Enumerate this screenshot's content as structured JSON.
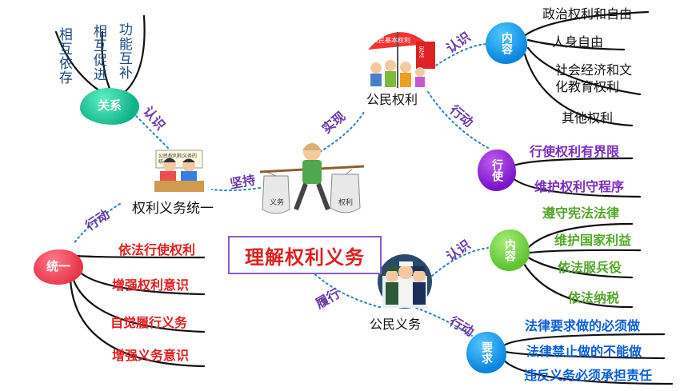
{
  "title": "理解权利义务",
  "relation": {
    "node": "关系",
    "items": [
      "相互依存",
      "相互促进",
      "功能互补"
    ],
    "edge_label": "认识"
  },
  "unity": {
    "node_label": "权利义务统一",
    "edge_label": "坚持",
    "action_label": "行动",
    "cloud": "统一",
    "items": [
      "依法行使权利",
      "增强权利意识",
      "自觉履行义务",
      "增强义务意识"
    ]
  },
  "rights": {
    "node_label": "公民权利",
    "edge_label": "实现",
    "know_label": "认识",
    "content_cloud": "内容",
    "content_items": [
      "政治权利和自由",
      "人身自由",
      "社会经济和文化教育权利",
      "其他权利"
    ],
    "action_label": "行动",
    "exercise_cloud": "行使",
    "exercise_items": [
      "行使权利有界限",
      "维护权利守程序"
    ]
  },
  "duties": {
    "node_label": "公民义务",
    "edge_label": "履行",
    "know_label": "认识",
    "content_cloud": "内容",
    "content_items": [
      "遵守宪法法律",
      "维护国家利益",
      "依法服兵役",
      "依法纳税"
    ],
    "action_label": "行动",
    "require_cloud": "要求",
    "require_items": [
      "法律要求做的必须做",
      "法律禁止做的不能做",
      "违反义务必须承担责任"
    ]
  },
  "illustrations": {
    "porter": [
      "义务",
      "权利"
    ],
    "umbrella": [
      "公民基本权利",
      "宪法"
    ],
    "board": "公民权利和义务的统一"
  },
  "colors": {
    "red": "#e02020",
    "purple": "#7a2ec0",
    "green": "#52a82a",
    "blue": "#0a5ed8",
    "navy": "#1d4a86",
    "dotted": "#2f7fc4"
  }
}
